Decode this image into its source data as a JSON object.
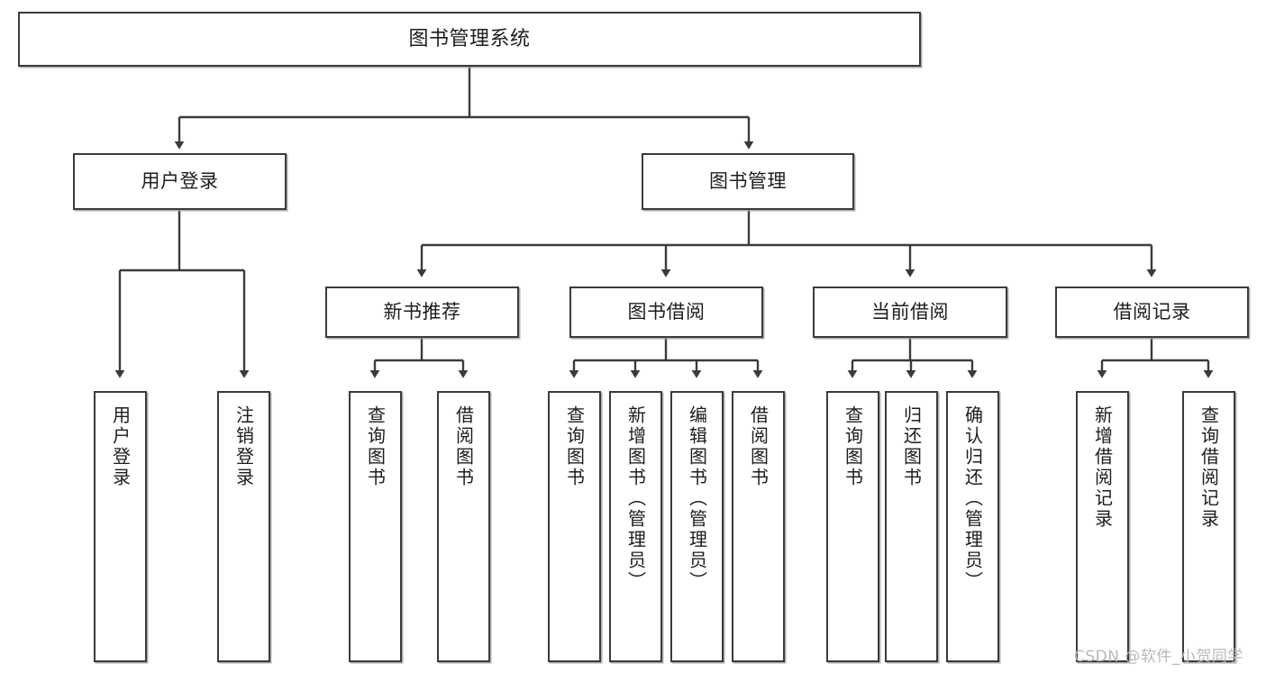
{
  "diagram": {
    "type": "tree",
    "title": "图书管理系统",
    "style": {
      "background": "#ffffff",
      "node_border": "#3b3b3b",
      "node_fill": "#ffffff",
      "edge_color": "#3b3b3b",
      "text_color": "#1d1d1d",
      "watermark_color": "#b9b9b9"
    },
    "root": {
      "label": "图书管理系统"
    },
    "level2": [
      {
        "label": "用户登录"
      },
      {
        "label": "图书管理"
      }
    ],
    "level3": [
      {
        "label": "新书推荐"
      },
      {
        "label": "图书借阅"
      },
      {
        "label": "当前借阅"
      },
      {
        "label": "借阅记录"
      }
    ],
    "leaves": {
      "user_login": [
        {
          "label": "用户登录"
        },
        {
          "label": "注销登录"
        }
      ],
      "new_book_recommend": [
        {
          "label": "查询图书"
        },
        {
          "label": "借阅图书"
        }
      ],
      "book_borrow": [
        {
          "label": "查询图书"
        },
        {
          "label": "新增图书（管理员）"
        },
        {
          "label": "编辑图书（管理员）"
        },
        {
          "label": "借阅图书"
        }
      ],
      "current_borrow": [
        {
          "label": "查询图书"
        },
        {
          "label": "归还图书"
        },
        {
          "label": "确认归还（管理员）"
        }
      ],
      "borrow_record": [
        {
          "label": "新增借阅记录"
        },
        {
          "label": "查询借阅记录"
        }
      ]
    }
  },
  "watermark": {
    "text": "CSDN @软件_小贺同学"
  }
}
